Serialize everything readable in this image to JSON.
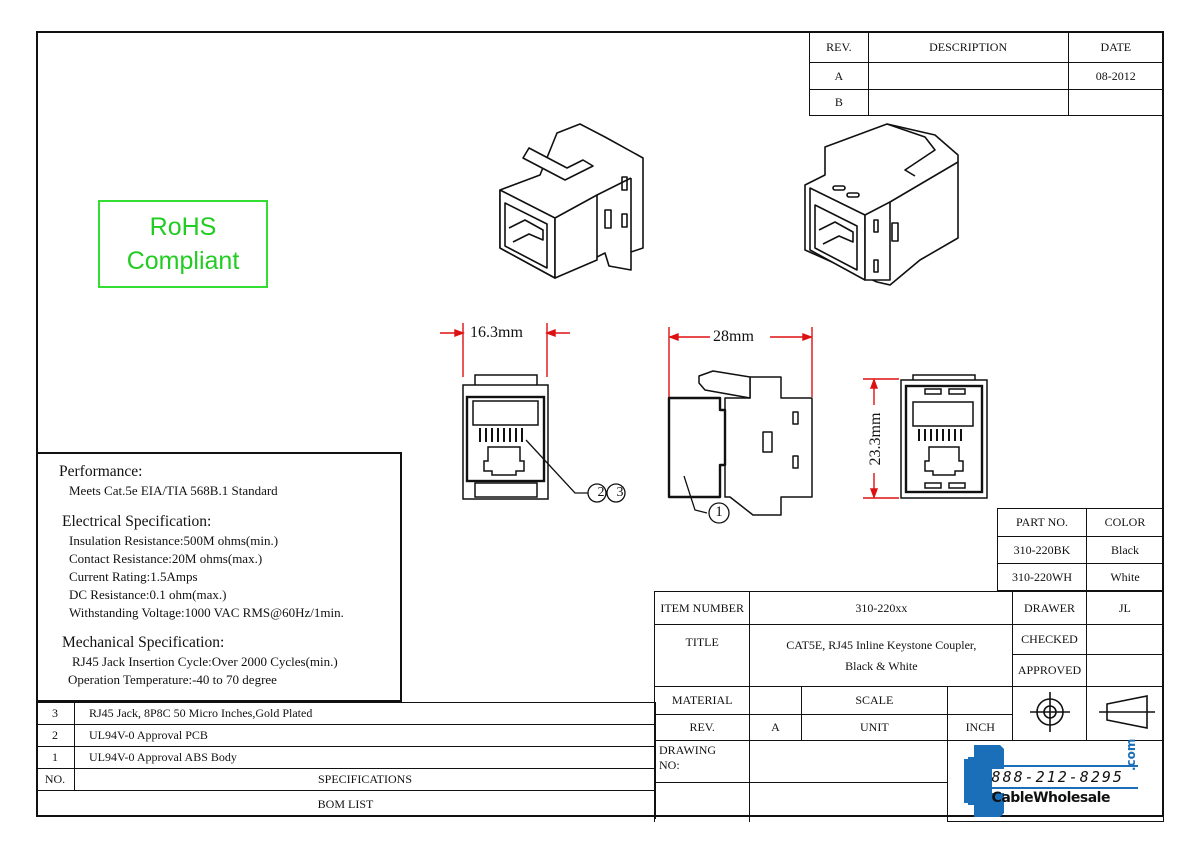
{
  "revision_table": {
    "headers": [
      "REV.",
      "DESCRIPTION",
      "DATE"
    ],
    "rows": [
      {
        "rev": "A",
        "description": "",
        "date": "08-2012"
      },
      {
        "rev": "B",
        "description": "",
        "date": ""
      }
    ]
  },
  "rohs": {
    "line1": "RoHS",
    "line2": "Compliant",
    "color": "#22cc22"
  },
  "dimensions": {
    "width": "16.3mm",
    "length": "28mm",
    "height": "23.3mm",
    "dimension_color": "#dd1111"
  },
  "callouts": {
    "body": "1",
    "pcb": "2",
    "jack": "3"
  },
  "specifications": {
    "performance": {
      "heading": "Performance:",
      "items": [
        "Meets Cat.5e EIA/TIA 568B.1 Standard"
      ]
    },
    "electrical": {
      "heading": "Electrical Specification:",
      "items": [
        "Insulation Resistance:500M ohms(min.)",
        "Contact Resistance:20M ohms(max.)",
        "Current Rating:1.5Amps",
        "DC Resistance:0.1 ohm(max.)",
        "Withstanding Voltage:1000 VAC RMS@60Hz/1min."
      ]
    },
    "mechanical": {
      "heading": "Mechanical Specification:",
      "items": [
        "RJ45 Jack Insertion Cycle:Over 2000 Cycles(min.)",
        "Operation Temperature:-40 to 70 degree"
      ]
    }
  },
  "bom": {
    "rows": [
      {
        "no": "3",
        "spec": "RJ45 Jack, 8P8C 50 Micro Inches,Gold Plated"
      },
      {
        "no": "2",
        "spec": "UL94V-0 Approval PCB"
      },
      {
        "no": "1",
        "spec": "UL94V-0 Approval ABS Body"
      }
    ],
    "header_no": "NO.",
    "header_spec": "SPECIFICATIONS",
    "title": "BOM LIST"
  },
  "parts_table": {
    "headers": [
      "PART NO.",
      "COLOR"
    ],
    "rows": [
      {
        "part": "310-220BK",
        "color": "Black"
      },
      {
        "part": "310-220WH",
        "color": "White"
      }
    ]
  },
  "title_block": {
    "item_number_label": "ITEM NUMBER",
    "item_number": "310-220xx",
    "title_label": "TITLE",
    "title_line1": "CAT5E, RJ45 Inline Keystone Coupler,",
    "title_line2": "Black & White",
    "drawer_label": "DRAWER",
    "drawer": "JL",
    "checked_label": "CHECKED",
    "checked": "",
    "approved_label": "APPROVED",
    "approved": "",
    "material_label": "MATERIAL",
    "material": "",
    "scale_label": "SCALE",
    "scale": "",
    "rev_label": "REV.",
    "rev": "A",
    "unit_label": "UNIT",
    "unit": "INCH",
    "drawing_no_label_1": "DRAWING",
    "drawing_no_label_2": "NO:"
  },
  "logo": {
    "phone": "888-212-8295",
    "brand": "CableWholesale",
    "tld": ".com",
    "color": "#1a6fb8"
  }
}
